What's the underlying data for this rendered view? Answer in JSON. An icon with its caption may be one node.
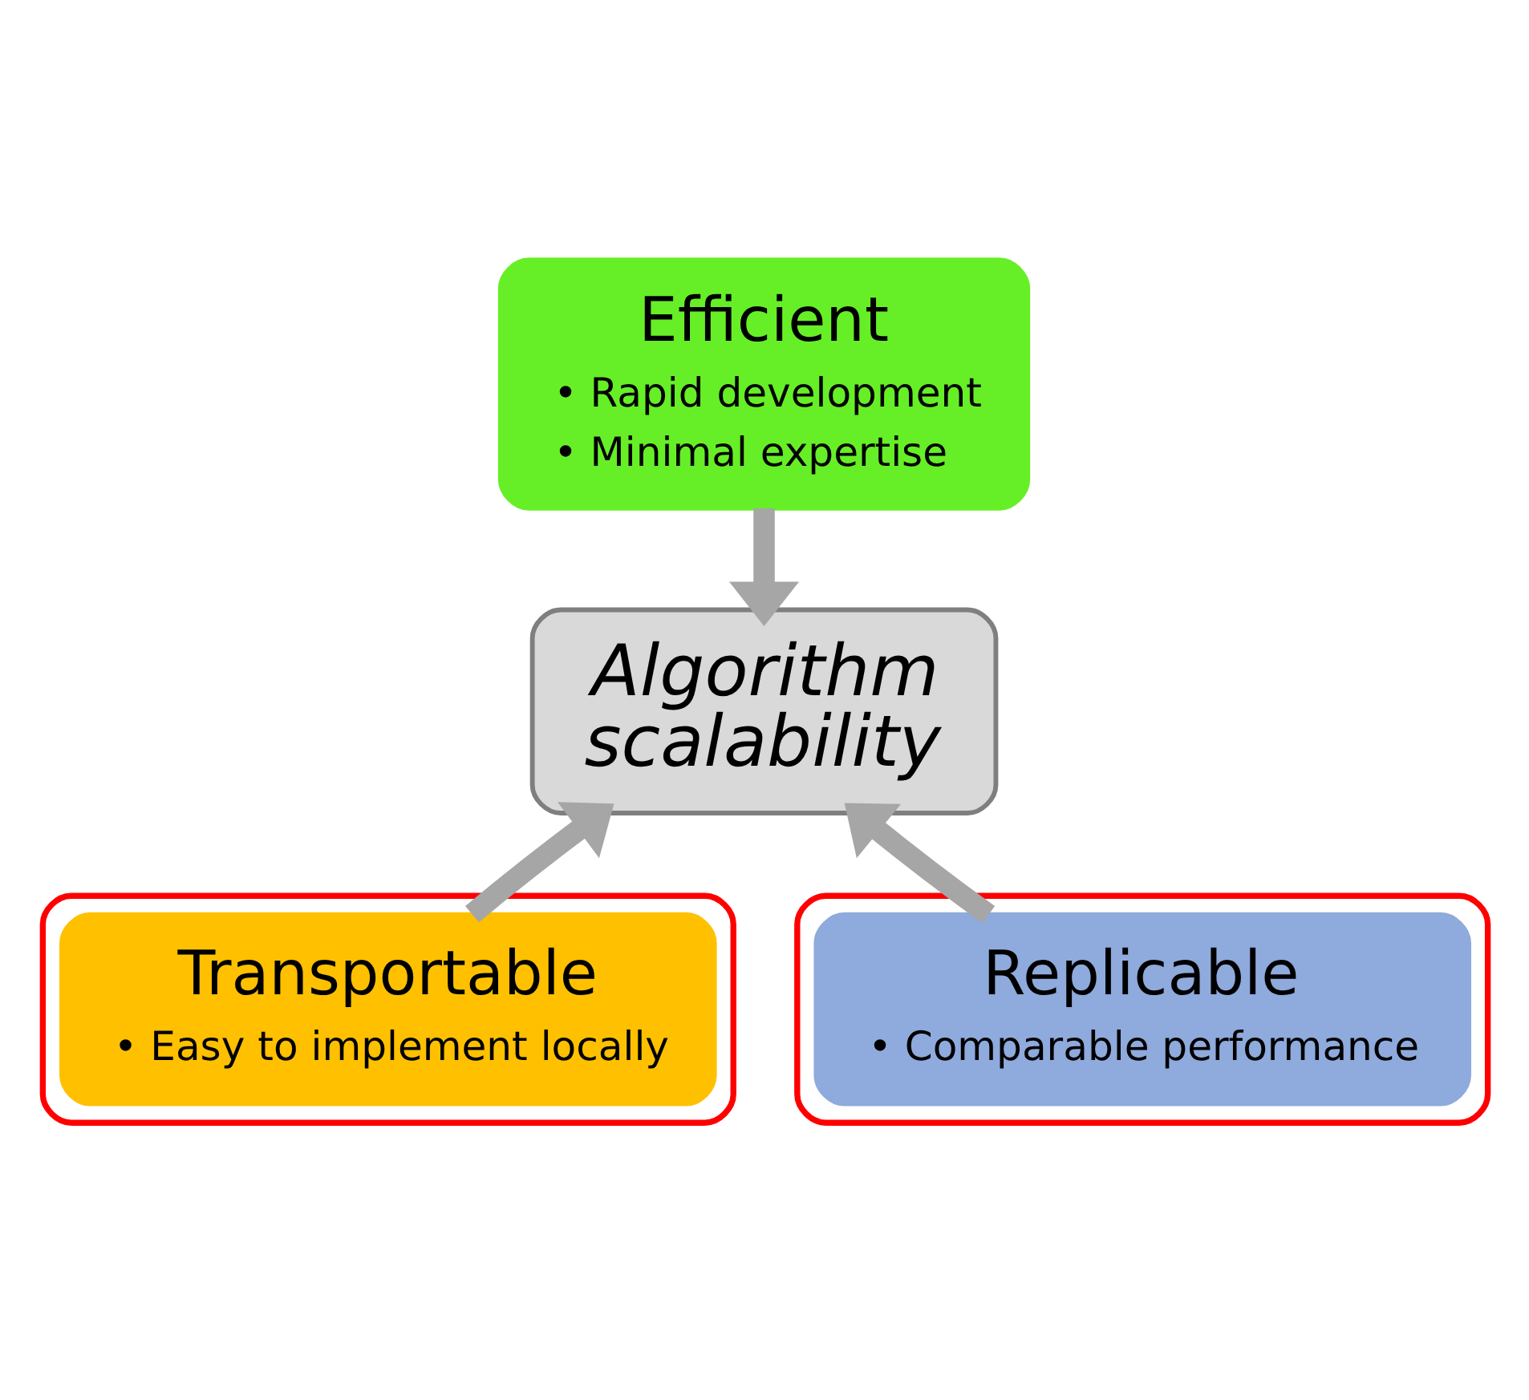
{
  "diagram": {
    "nodes": [
      {
        "text": [
          "Efficient",
          "• Rapid development",
          "• Minimal expertise"
        ]
      },
      {
        "text": [
          "Algorithm scalability"
        ]
      },
      {
        "text": [],
        "shape": "box"
      },
      {
        "text": [
          "Transportable",
          "• Easy to implement locally"
        ],
        "in": 2
      },
      {
        "text": [],
        "shape": "box"
      },
      {
        "text": [
          "Replicable",
          "• Comparable performance"
        ],
        "in": 4
      }
    ],
    "edges": [
      {
        "from": 0,
        "to": 1,
        "arrow": "to"
      },
      {
        "from": 3,
        "to": 1,
        "arrow": "to"
      },
      {
        "from": 5,
        "to": 1,
        "arrow": "to"
      }
    ]
  }
}
